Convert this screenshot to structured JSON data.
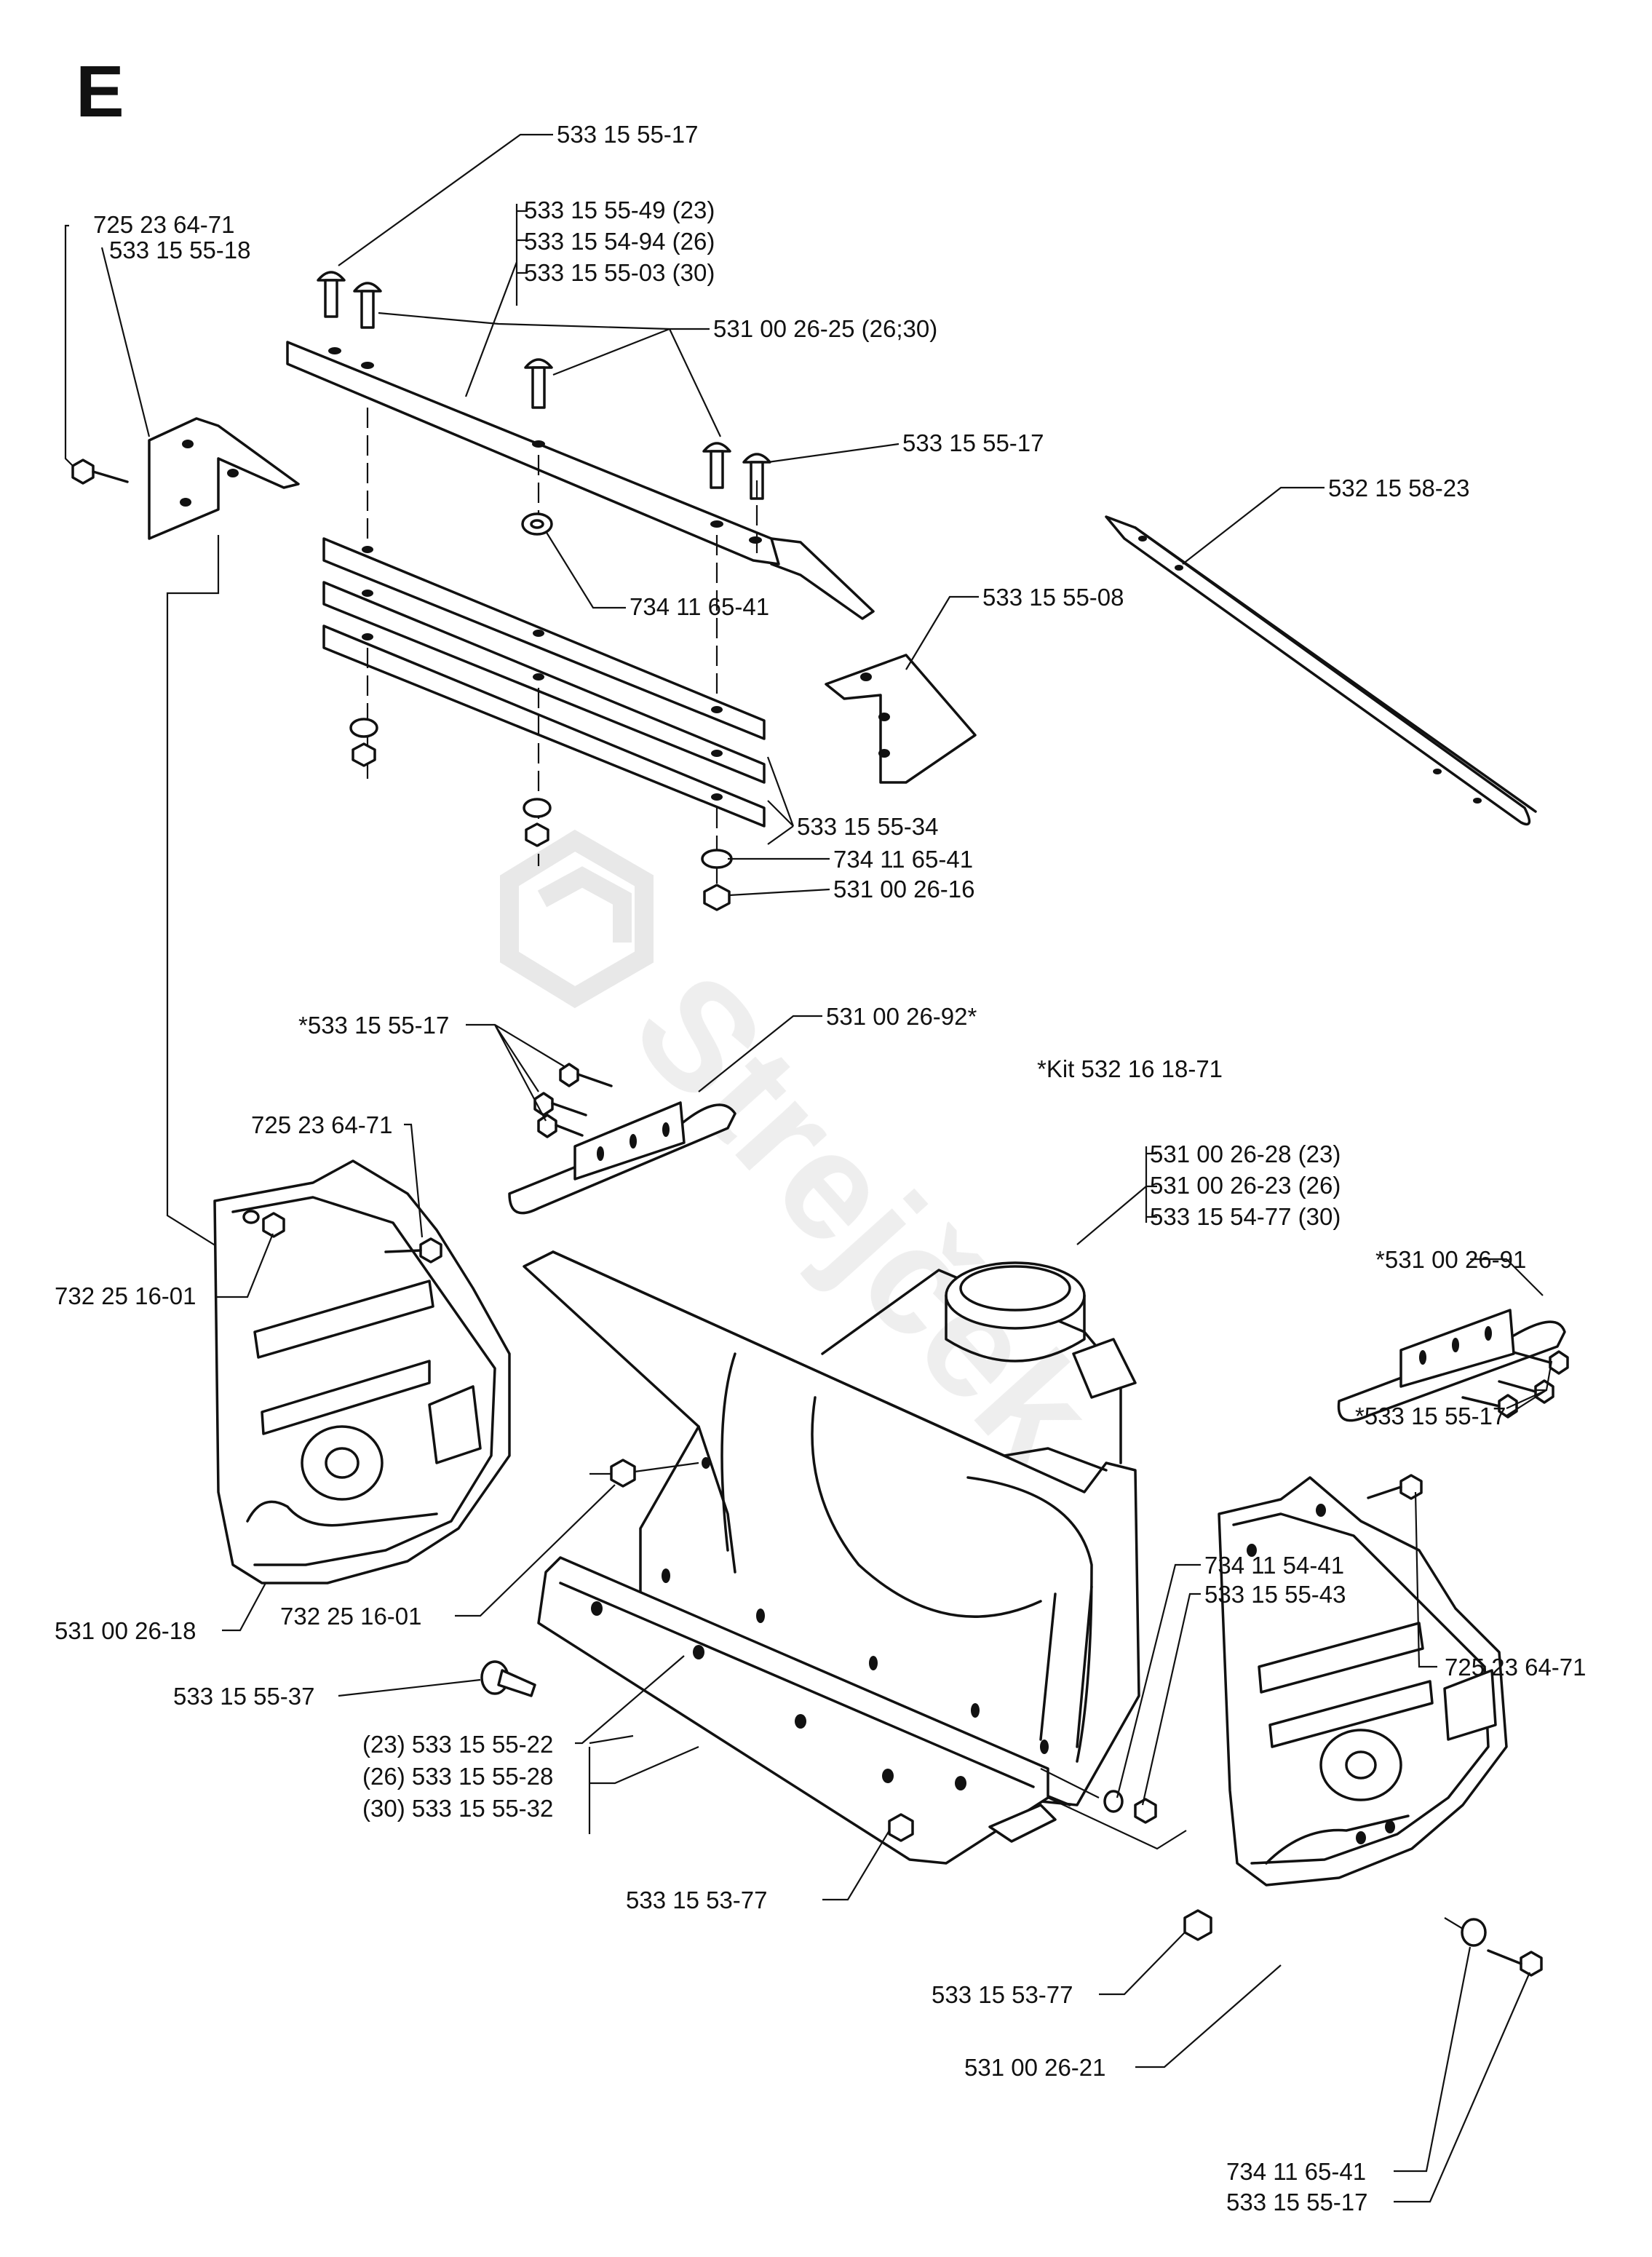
{
  "section_letter": "E",
  "watermark": "Strejček",
  "kit_note": "*Kit 532 16 18-71",
  "labels": {
    "top_bolt": "533 15 55-17",
    "tl_bolt": "725 23 64-71",
    "tl_bracket": "533 15 55-18",
    "plate_a": "533 15 55-49 (23)",
    "plate_b": "533 15 54-94 (26)",
    "plate_c": "533 15 55-03 (30)",
    "plate_bolts": "531 00 26-25 (26;30)",
    "right_bolt": "533 15 55-17",
    "scraper": "532 15 58-23",
    "washer_mid": "734 11 65-41",
    "side_bracket": "533 15 55-08",
    "strips": "533 15 55-34",
    "washer_low": "734 11 65-41",
    "nut_low": "531 00 26-16",
    "skid_bolts": "*533 15 55-17",
    "skid_shoe": "531 00 26-92*",
    "left_bolt": "725 23 64-71",
    "left_nut": "732 25 16-01",
    "chute_a": "531 00 26-28 (23)",
    "chute_b": "531 00 26-23 (26)",
    "chute_c": "533 15 54-77 (30)",
    "skid2_shoe": "*531 00 26-91",
    "skid2_bolts": "*533 15 55-17",
    "left_side_plate": "531 00 26-18",
    "housing_nut": "732 25 16-01",
    "washer_r": "734 11 54-41",
    "bolt_r": "533 15 55-43",
    "right_plate_bolt": "725 23 64-71",
    "edge_bolt": "533 15 55-37",
    "edge_a": "(23) 533 15 55-22",
    "edge_b": "(26) 533 15 55-28",
    "edge_c": "(30) 533 15 55-32",
    "edge_nut": "533 15 53-77",
    "rp_nut": "533 15 53-77",
    "right_side_plate": "531 00 26-21",
    "rb_washer": "734 11 65-41",
    "rb_bolt": "533 15 55-17"
  }
}
